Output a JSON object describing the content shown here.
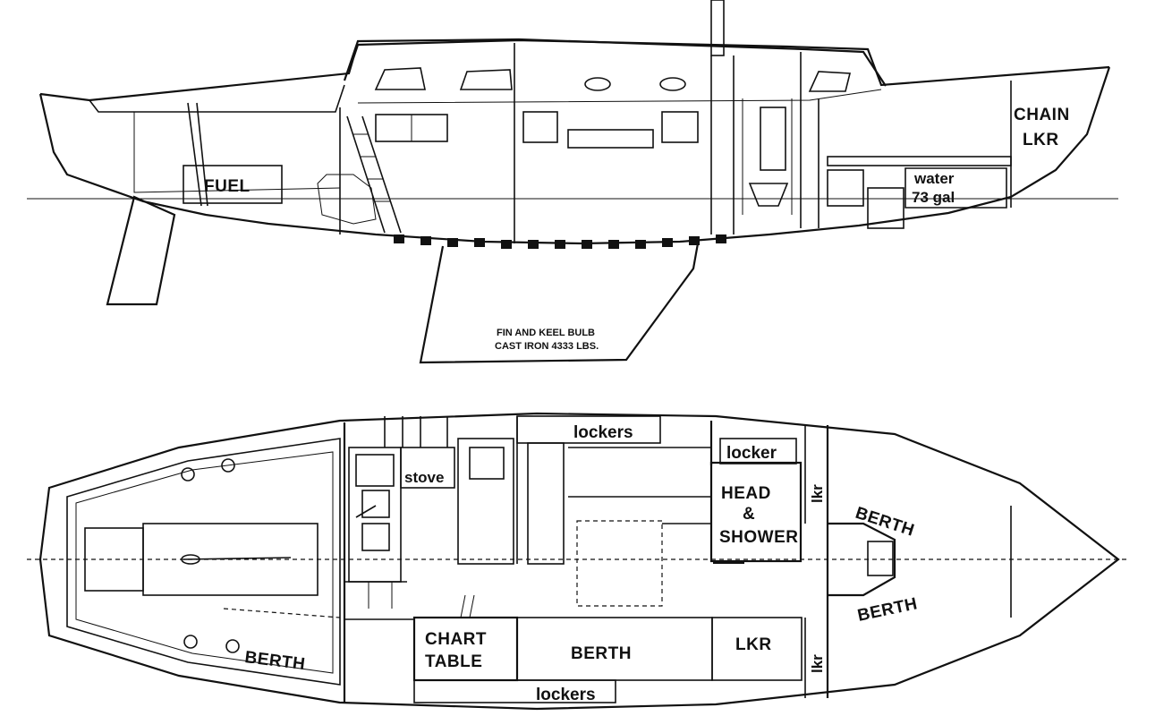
{
  "profile_view": {
    "labels": {
      "fuel": "FUEL",
      "chain_line1": "CHAIN",
      "chain_line2": "LKR",
      "water_line1": "water",
      "water_line2": "73 gal",
      "keel_line1": "FIN AND KEEL BULB",
      "keel_line2": "CAST IRON 4333 LBS."
    }
  },
  "plan_view": {
    "labels": {
      "lockers_top": "lockers",
      "locker": "locker",
      "stove": "stove",
      "head_line1": "HEAD",
      "head_line2": "&",
      "head_line3": "SHOWER",
      "lkr_vertical_top": "lkr",
      "berth_fwd_upper": "BERTH",
      "berth_fwd_lower": "BERTH",
      "chart_line1": "CHART",
      "chart_line2": "TABLE",
      "berth_main": "BERTH",
      "lkr_lower": "LKR",
      "lkr_vertical_bottom": "lkr",
      "lockers_bottom": "lockers",
      "berth_aft": "BERTH"
    }
  }
}
